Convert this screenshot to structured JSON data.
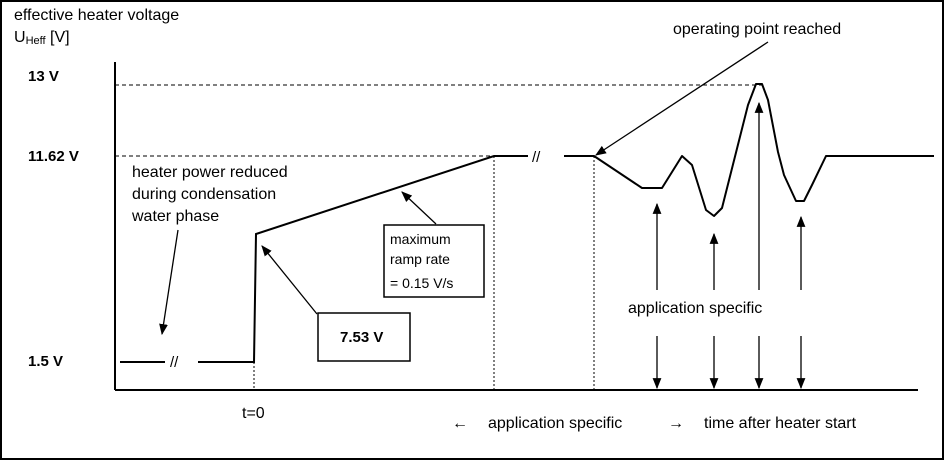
{
  "title": {
    "line1": "effective heater voltage",
    "line2_main": "U",
    "line2_sub": "Heff",
    "line2_unit": " [V]"
  },
  "y_ticks": [
    "13 V",
    "11.62 V",
    "1.5 V"
  ],
  "x_tick": "t=0",
  "annotations": {
    "operating_point": "operating point reached",
    "heater_reduced_1": "heater power reduced",
    "heater_reduced_2": "during condensation",
    "heater_reduced_3": "water phase",
    "ramp_1": "maximum",
    "ramp_2": "ramp rate",
    "ramp_3": "= 0.15 V/s",
    "start_voltage": "7.53 V",
    "app_specific": "application specific",
    "break_mark": "//"
  },
  "x_axis_caption": {
    "left_arrow": "←",
    "middle": "application specific",
    "right_arrow": "→",
    "end": "time after heater start"
  }
}
